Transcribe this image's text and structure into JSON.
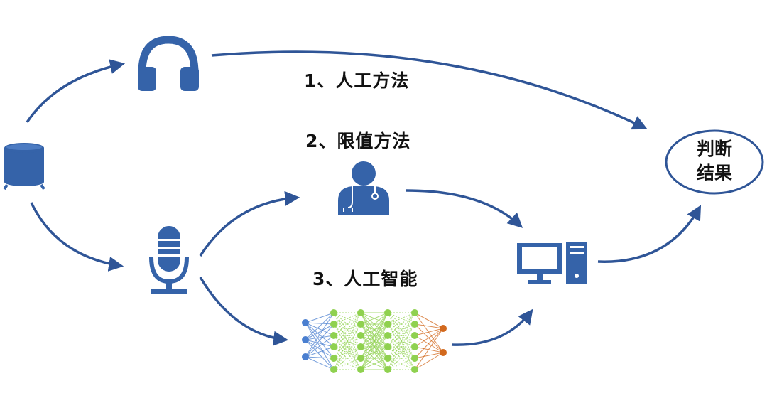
{
  "colors": {
    "primary": "#3563A9",
    "arrow": "#2F5597",
    "network_blue": "#4A7FD0",
    "network_green": "#8FD14F",
    "network_orange": "#D2691E"
  },
  "labels": {
    "method1": "1、人工方法",
    "method2": "2、限值方法",
    "method3": "3、人工智能"
  },
  "result": {
    "line1": "判断",
    "line2": "结果"
  },
  "icons": [
    "tank-icon",
    "headphones-icon",
    "microphone-icon",
    "doctor-icon",
    "computer-icon",
    "neural-network-icon"
  ]
}
